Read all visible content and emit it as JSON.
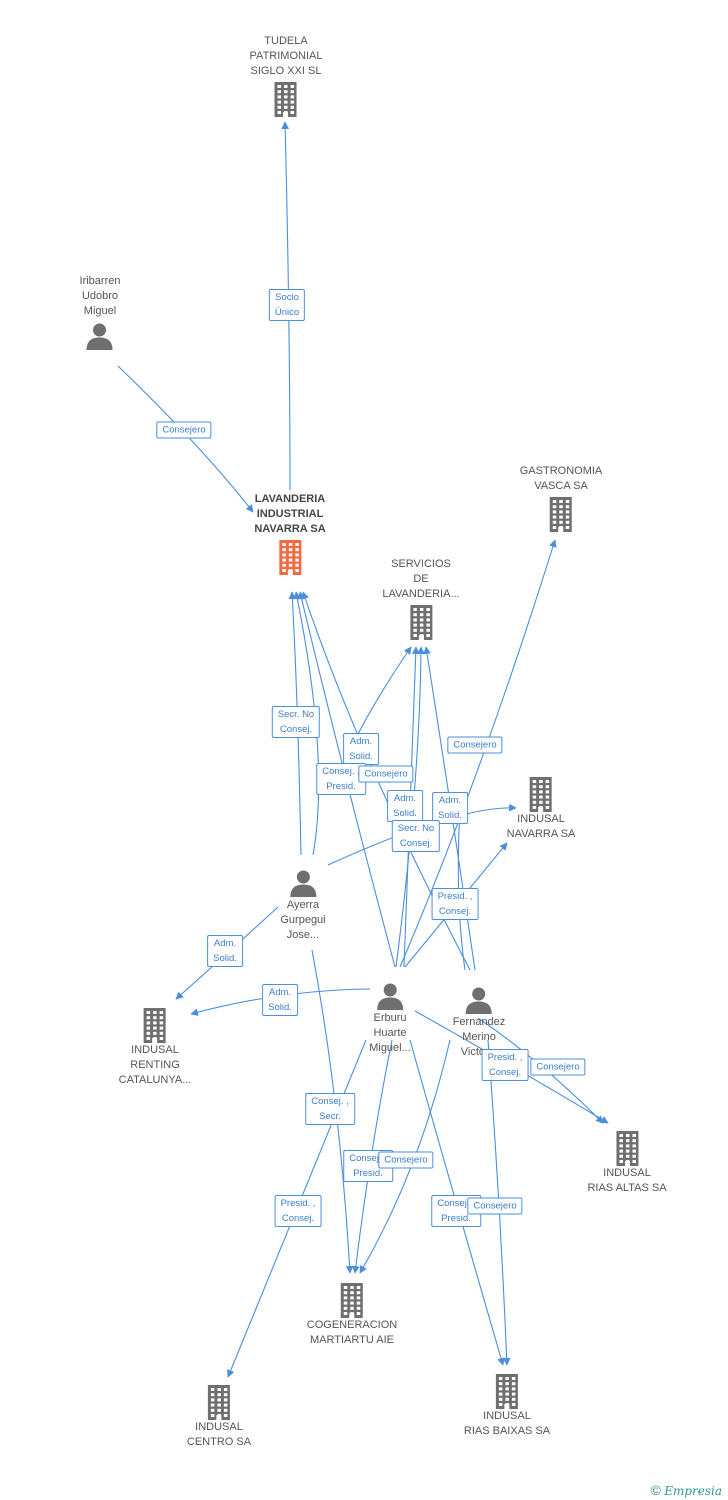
{
  "nodes": {
    "tudela": {
      "label": "TUDELA\nPATRIMONIAL\nSIGLO XXI SL",
      "kind": "company"
    },
    "iribarren": {
      "label": "Iribarren\nUdobro\nMiguel",
      "kind": "person"
    },
    "lavanderia": {
      "label": "LAVANDERIA\nINDUSTRIAL\nNAVARRA SA",
      "kind": "company-focus"
    },
    "gastronomia": {
      "label": "GASTRONOMIA\nVASCA SA",
      "kind": "company"
    },
    "servicios": {
      "label": "SERVICIOS\nDE\nLAVANDERIA...",
      "kind": "company"
    },
    "indusal_navarra": {
      "label": "INDUSAL\nNAVARRA SA",
      "kind": "company"
    },
    "ayerra": {
      "label": "Ayerra\nGurpegui\nJose...",
      "kind": "person"
    },
    "indusal_renting": {
      "label": "INDUSAL\nRENTING\nCATALUNYA...",
      "kind": "company"
    },
    "erburu": {
      "label": "Erburu\nHuarte\nMiguel...",
      "kind": "person"
    },
    "fernandez": {
      "label": "Fernandez\nMerino\nVictor...",
      "kind": "person"
    },
    "indusal_rias_altas": {
      "label": "INDUSAL\nRIAS ALTAS SA",
      "kind": "company"
    },
    "cogeneracion": {
      "label": "COGENERACION\nMARTIARTU AIE",
      "kind": "company"
    },
    "indusal_centro": {
      "label": "INDUSAL\nCENTRO SA",
      "kind": "company"
    },
    "indusal_rias_baixas": {
      "label": "INDUSAL\nRIAS BAIXAS SA",
      "kind": "company"
    }
  },
  "edge_labels": {
    "socio_unico": "Socio\nÚnico",
    "consejero_iribarren": "Consejero",
    "secr_no_consej_ayerra": "Secr.  No\nConsej.",
    "adm_solid_servicios_1": "Adm.\nSolid.",
    "consej_presid_ayerra": "Consej. ,\nPresid.",
    "consejero_servicios": "Consejero",
    "consejero_gastronomia": "Consejero",
    "adm_solid_servicios_2": "Adm.\nSolid.",
    "adm_solid_navarra": "Adm.\nSolid.",
    "secr_no_consej_erburu": "Secr.  No\nConsej.",
    "presid_consej_navarra": "Presid. ,\nConsej.",
    "adm_solid_renting_ayerra": "Adm.\nSolid.",
    "adm_solid_renting_erburu": "Adm.\nSolid.",
    "presid_consej_rias_altas": "Presid. ,\nConsej.",
    "consejero_rias_altas": "Consejero",
    "consej_secr_cogeneracion": "Consej. ,\nSecr.",
    "consej_presid_cogeneracion": "Consej. ,\nPresid.",
    "consejero_cogeneracion": "Consejero",
    "presid_consej_centro": "Presid. ,\nConsej.",
    "consej_presid_rias_baixas": "Consej. ,\nPresid.",
    "consejero_rias_baixas": "Consejero"
  },
  "colors": {
    "edge": "#4a8fdc",
    "icon": "#6f6f6f",
    "focus_icon": "#f26a3f"
  },
  "footer": {
    "copyright": "©",
    "brand": "Empresia"
  }
}
